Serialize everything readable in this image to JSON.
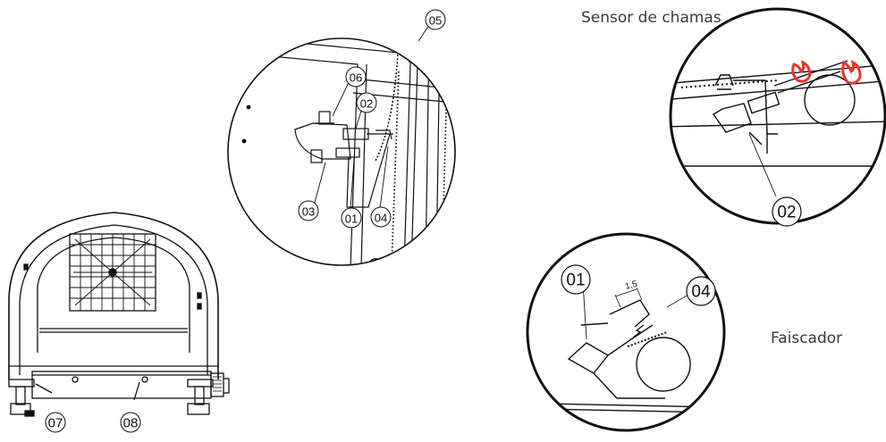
{
  "captions": {
    "flame_sensor": "Sensor de chamas",
    "igniter": "Faiscador"
  },
  "callouts": {
    "main_detail": {
      "c05": "05",
      "c06": "06",
      "c02": "02",
      "c03": "03",
      "c01": "01",
      "c04": "04"
    },
    "sensor_detail": {
      "c02": "02"
    },
    "igniter_detail": {
      "c01": "01",
      "c04": "04",
      "gap": "1,5"
    },
    "oven_view": {
      "c07": "07",
      "c08": "08"
    }
  },
  "colors": {
    "line": "#111111",
    "flame": "#e8362a"
  }
}
